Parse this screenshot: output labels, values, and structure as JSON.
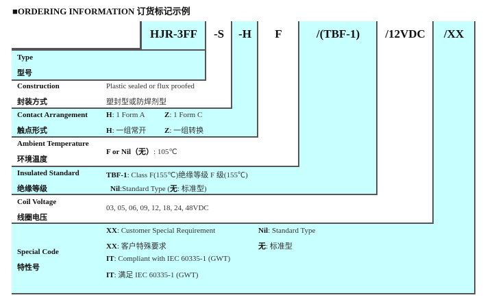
{
  "title": "■ORDERING INFORMATION 订货标记示例",
  "codes": [
    "HJR-3FF",
    "-S",
    "-H",
    "F",
    "/(TBF-1)",
    "/12VDC",
    "/XX"
  ],
  "rows": {
    "type": {
      "en": "Type",
      "cn": "型号"
    },
    "construction": {
      "en": "Construction",
      "cn": "封装方式",
      "v1": "Plastic sealed or flux proofed",
      "v2": "塑封型或防焊剂型"
    },
    "contact": {
      "en": "Contact Arrangement",
      "cn": "触点形式",
      "h_key": "H",
      "h_en": ": 1 Form A",
      "z_key": "Z",
      "z_en": ": 1 Form C",
      "h_cn": ":  一组常开",
      "z_cn": ":  一组转换"
    },
    "ambient": {
      "en": "Ambient Temperature",
      "cn": "环境温度",
      "key": "F or Nil（无）",
      "val": ": 105℃"
    },
    "insulated": {
      "en": "Insulated Standard",
      "cn": "绝缘等级",
      "k1": "TBF-1",
      "v1": ": Class F(155℃)绝缘等级 F 级(155℃)",
      "k2": "Nil",
      "v2a": ":Standard Type (",
      "k2b": "无",
      "v2b": ":  标准型)"
    },
    "coil": {
      "en": "Coil Voltage",
      "cn": "线圈电压",
      "val": "03, 05, 06, 09, 12, 18, 24, 48VDC"
    },
    "special": {
      "en": "Special Code",
      "cn": "特性号",
      "xx": "XX",
      "xx_en": ":  Customer Special Requirement",
      "xx_cn": ":  客户特殊要求",
      "nil": "Nil",
      "nil_en": ": Standard Type",
      "wu": "无",
      "wu_cn": ":  标准型",
      "it": "IT",
      "it_en": ": Compliant with IEC 60335-1 (GWT)",
      "it_cn": ":  满足 IEC 60335-1 (GWT)"
    }
  },
  "colors": {
    "cyan": "#c8ffff",
    "border": "#555555"
  }
}
